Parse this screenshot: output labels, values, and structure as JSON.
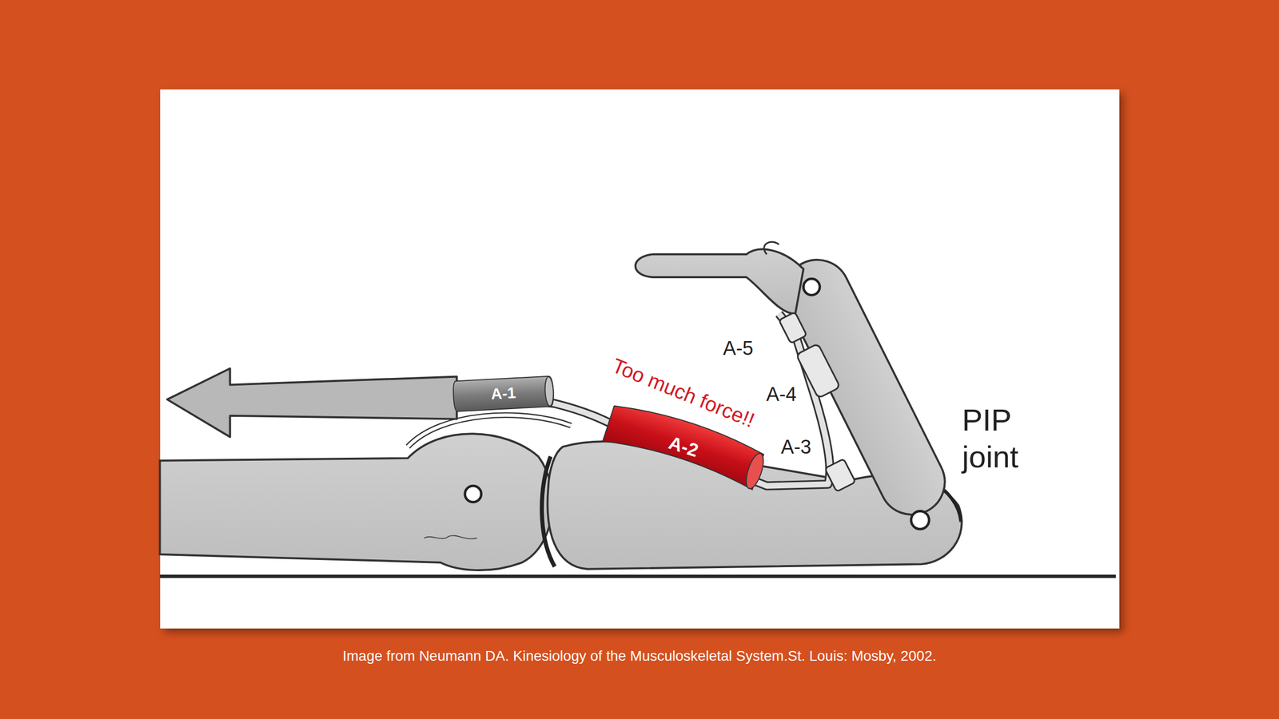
{
  "diagram": {
    "caption": "Image from Neumann DA. Kinesiology of the Musculoskeletal System.St. Louis: Mosby, 2002.",
    "nodes": [
      {
        "text": [
          "A-1"
        ]
      },
      {
        "text": [
          "A-2"
        ]
      }
    ],
    "labels": [
      "Too much force!!",
      "A-5",
      "A-4",
      "A-3",
      "PIP joint"
    ]
  }
}
